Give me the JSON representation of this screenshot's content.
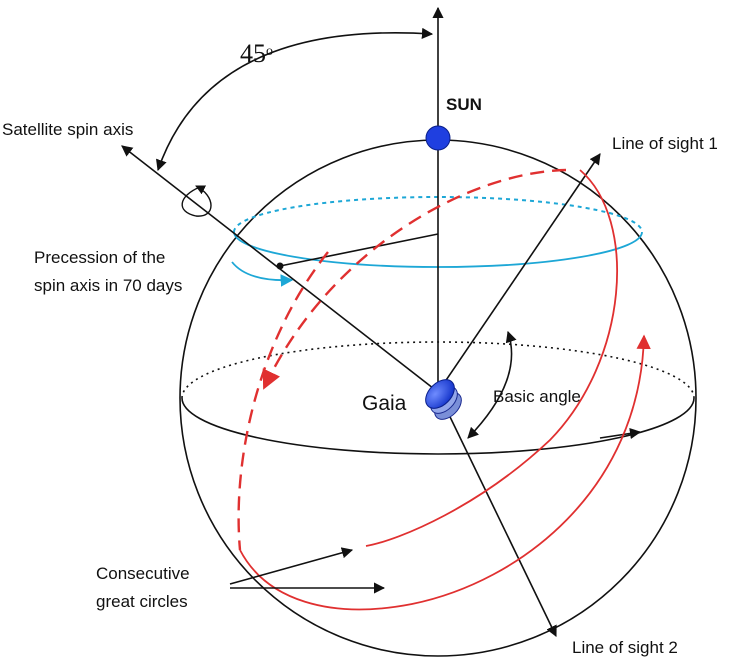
{
  "labels": {
    "angle_value": "45",
    "angle_unit": "o",
    "sun": "SUN",
    "spin_axis": "Satellite spin axis",
    "precession_line1": "Precession of the",
    "precession_line2": "spin axis in 70 days",
    "line_of_sight_1": "Line of sight 1",
    "line_of_sight_2": "Line of sight 2",
    "gaia": "Gaia",
    "basic_angle": "Basic angle",
    "great_circles_line1": "Consecutive",
    "great_circles_line2": "great circles"
  },
  "colors": {
    "outline": "#111111",
    "sun": "#1f3fe0",
    "precession": "#1da7d6",
    "great_circle": "#e03030",
    "gaia": "#2a55e6"
  }
}
